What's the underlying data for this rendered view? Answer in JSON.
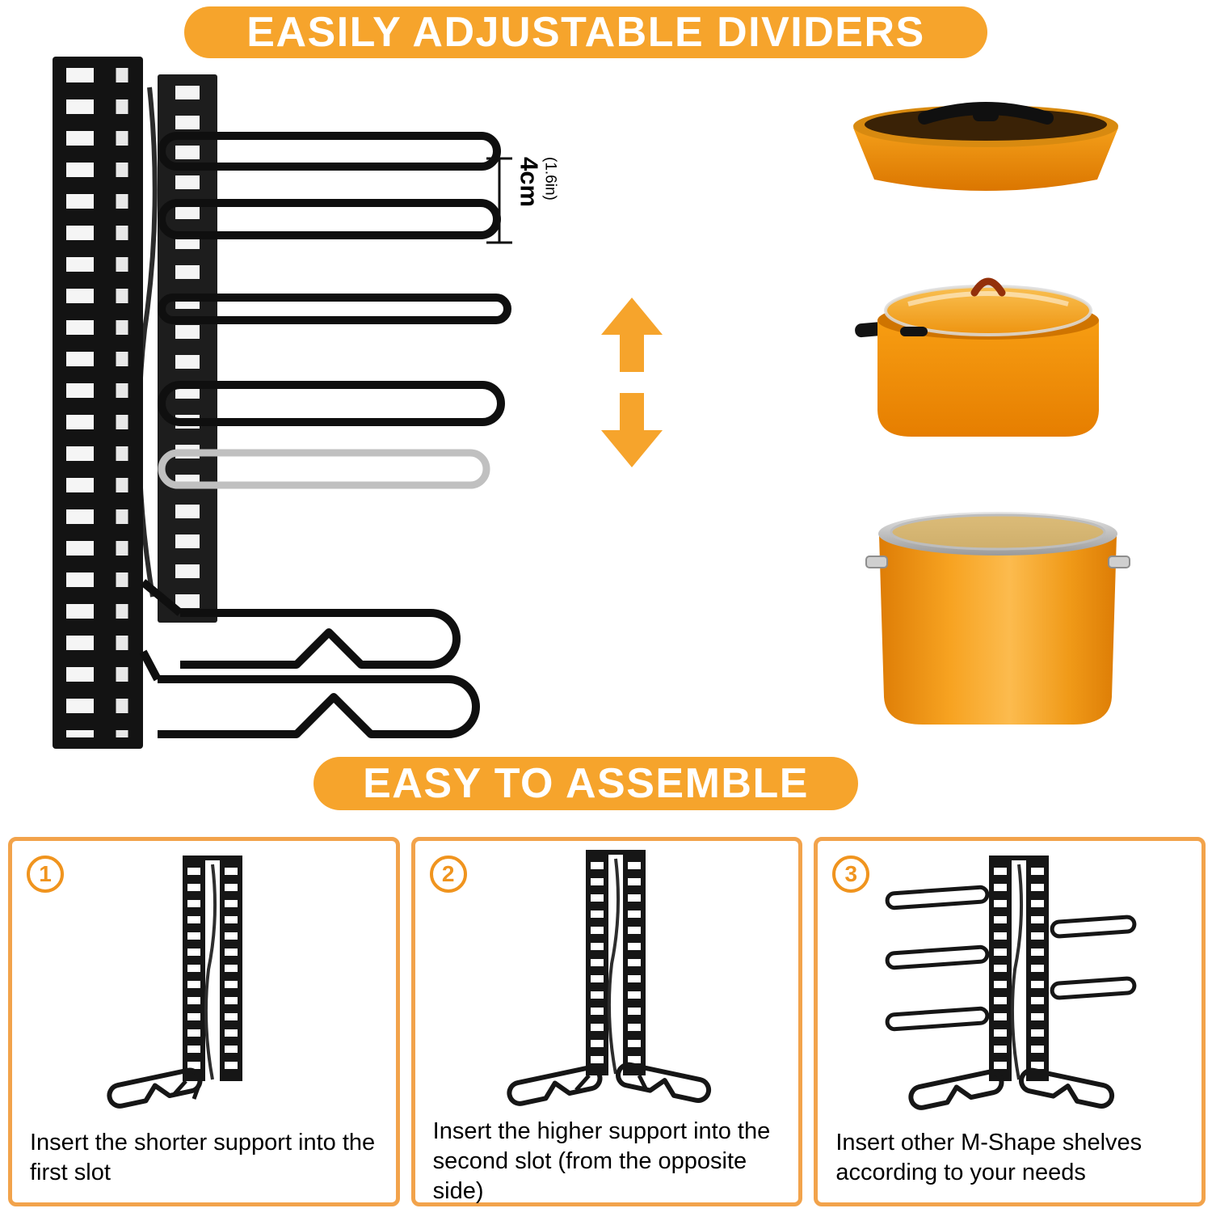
{
  "banners": {
    "top": "EASILY ADJUSTABLE DIVIDERS",
    "middle": "EASY TO ASSEMBLE"
  },
  "measurement": {
    "value": "4cm",
    "detail": "(1.6in)"
  },
  "steps": [
    {
      "number": "1",
      "caption": "Insert the shorter support into the first slot"
    },
    {
      "number": "2",
      "caption": "Insert the higher support into the second slot (from the opposite side)"
    },
    {
      "number": "3",
      "caption": "Insert other M-Shape shelves according to your needs"
    }
  ],
  "icons": {
    "up_arrow": "up-arrow",
    "down_arrow": "down-arrow",
    "dimension_bracket": "dimension-bracket"
  },
  "colors": {
    "banner_orange": "#F6A42C",
    "arrow_orange": "#F6A42C",
    "panel_border_orange": "#F2A34B",
    "badge_orange": "#F0941E",
    "cookware_orange": "#F08A00",
    "rack_black": "#161616",
    "ghost_divider_gray": "#C0C0C0"
  },
  "illustrations": {
    "rack": "adjustable pot rack with wire dividers",
    "cookware": [
      "orange pan with black handle lid",
      "orange pot with glass lid",
      "orange stockpot with metal lid"
    ]
  }
}
